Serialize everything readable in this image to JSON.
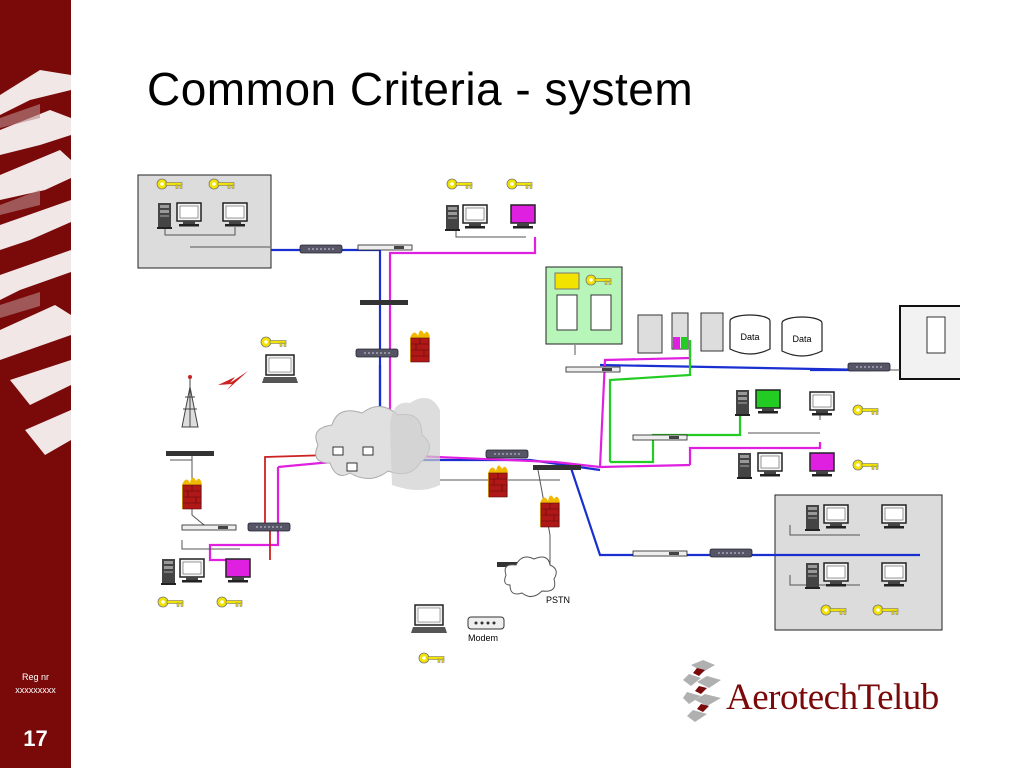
{
  "slide": {
    "title": "Common Criteria - system",
    "reg_label": "Reg  nr",
    "reg_value": "xxxxxxxxx",
    "page_number": "17"
  },
  "diagram": {
    "labels": {
      "data_1": "Data",
      "data_2": "Data",
      "pstn": "PSTN",
      "modem": "Modem"
    },
    "colors": {
      "link_blue": "#1a2fd0",
      "link_magenta": "#e020e0",
      "link_green": "#22cc22",
      "link_red": "#cc2222",
      "key_yellow": "#f2e300",
      "firewall_red": "#b01818",
      "zone_gray": "#dcdcdc",
      "zone_green": "#b8f5b8"
    },
    "icons": [
      "key-icon",
      "server-tower-icon",
      "monitor-icon",
      "laptop-icon",
      "firewall-icon",
      "router-icon",
      "hub-icon",
      "radio-antenna-icon",
      "cloud-icon",
      "database-icon",
      "modem-icon"
    ]
  },
  "branding": {
    "company": "AerotechTelub",
    "accent": "#7a0a0a"
  }
}
